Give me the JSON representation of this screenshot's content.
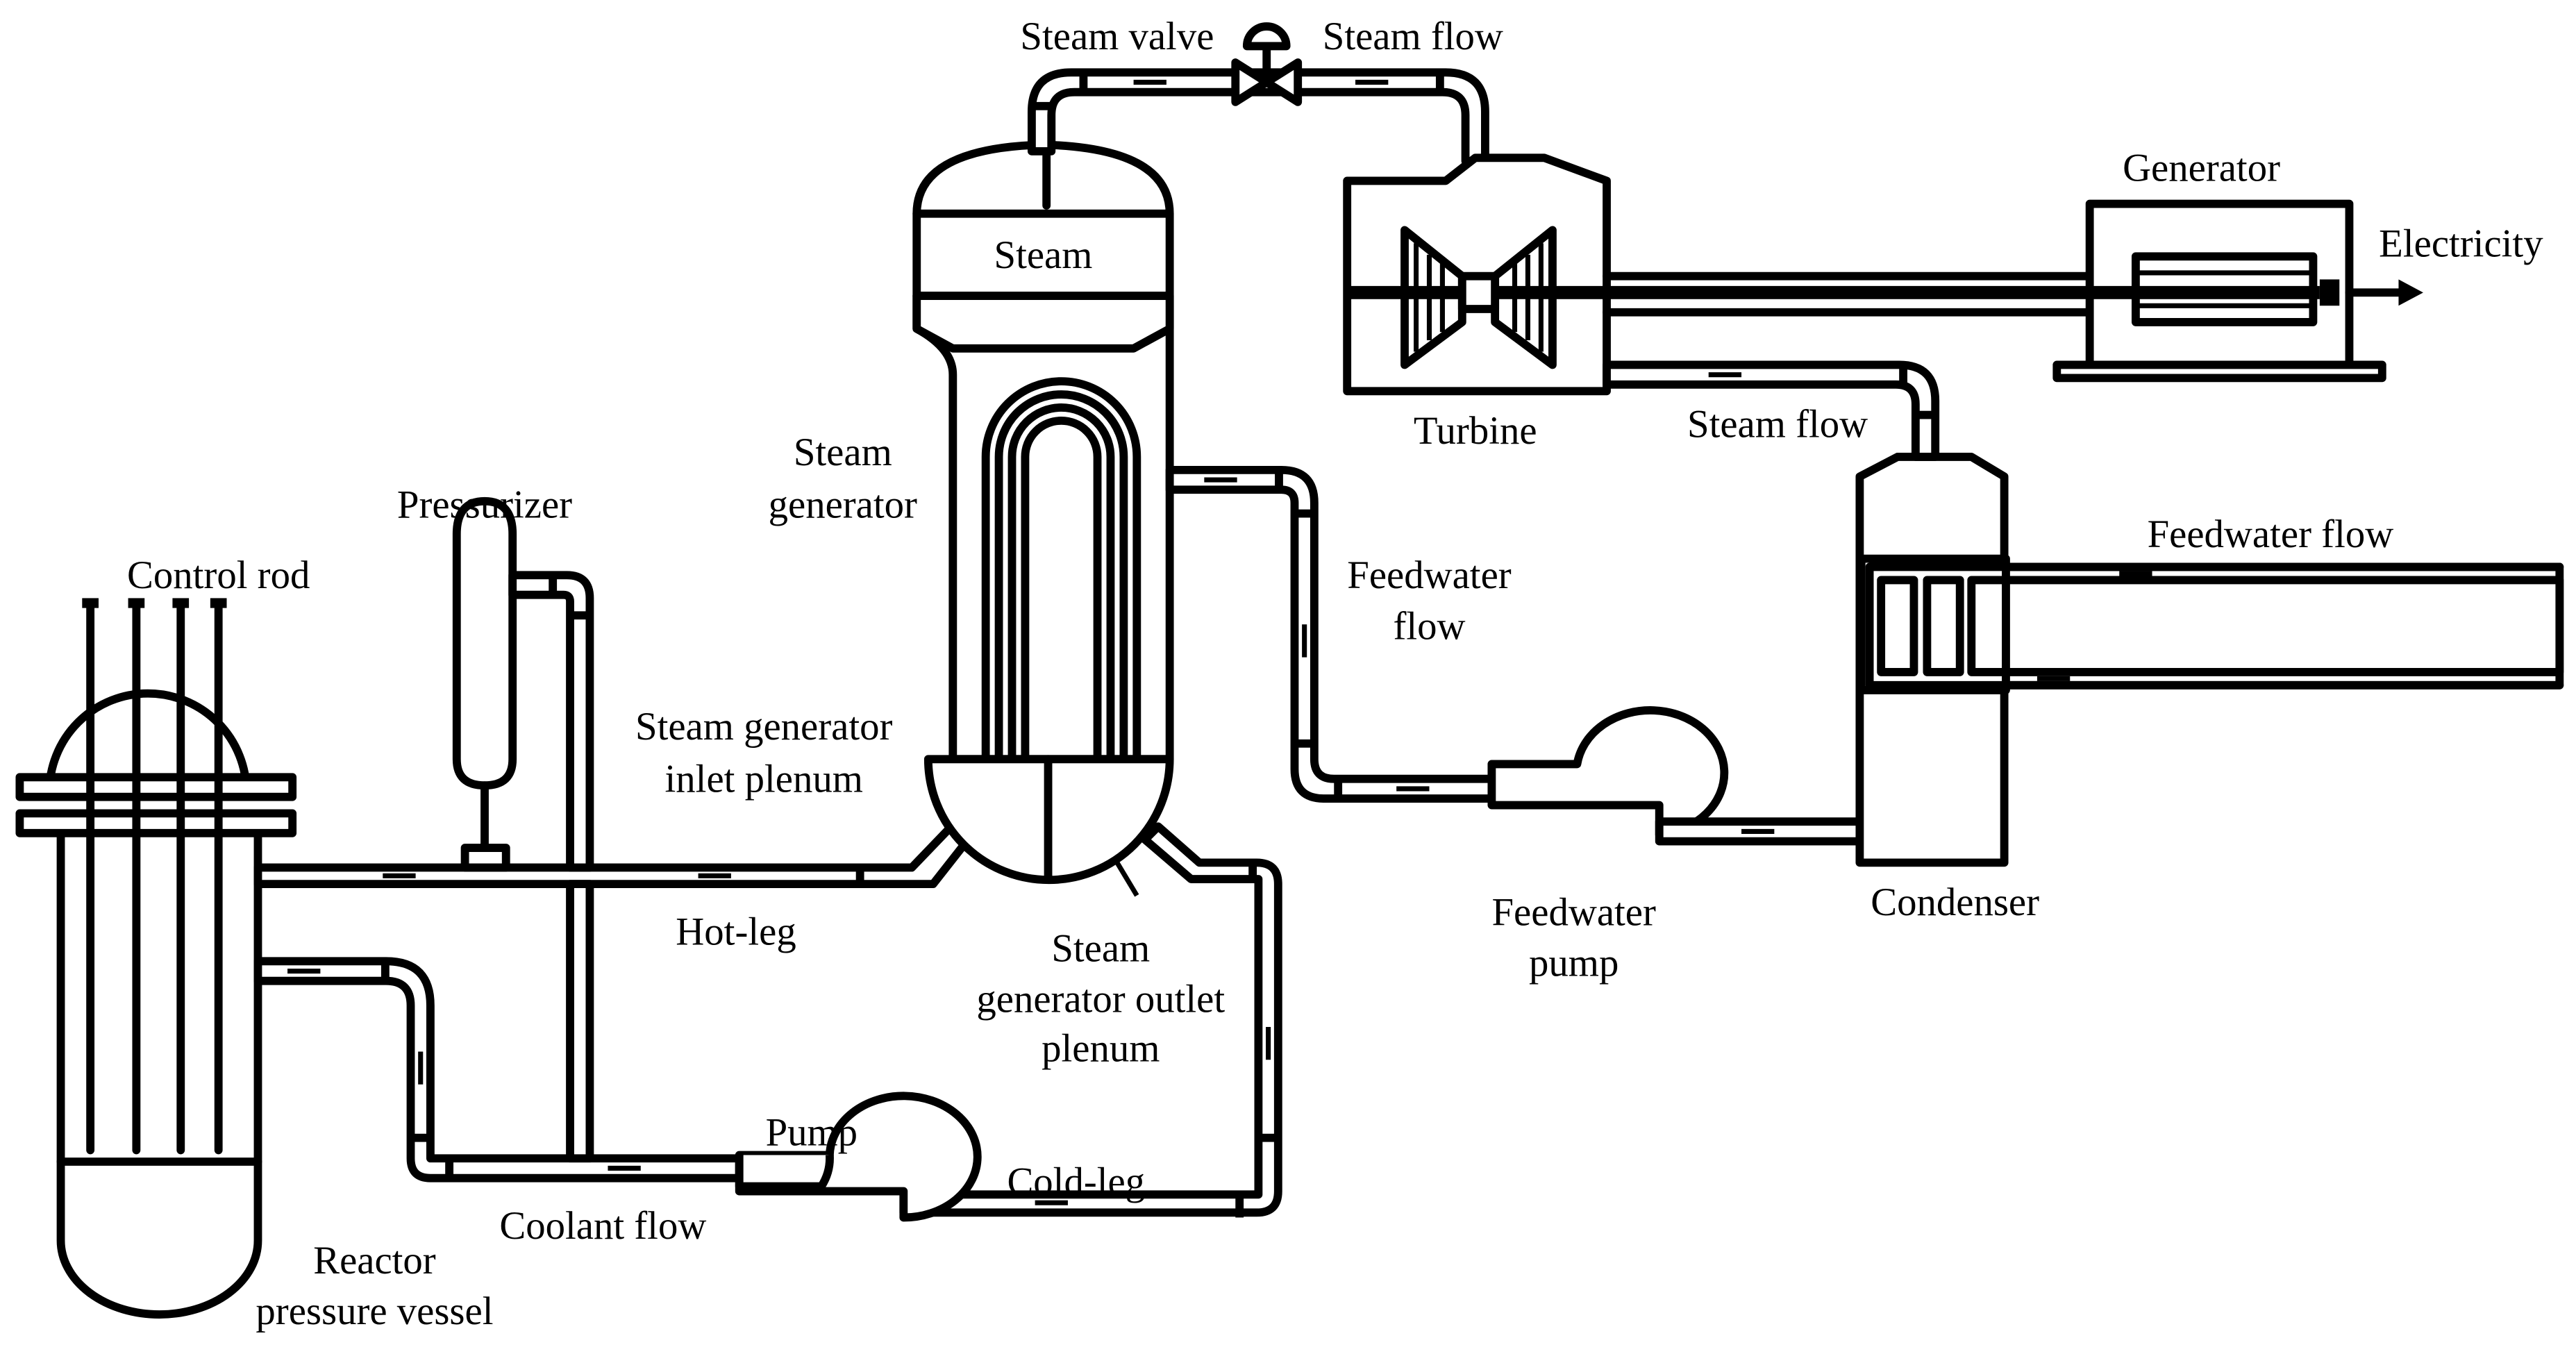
{
  "diagram": {
    "type": "pressurized-water-reactor-schematic",
    "colors": {
      "line": "#000000",
      "background": "#ffffff"
    },
    "labels": {
      "steam_valve": "Steam valve",
      "steam_flow_top": "Steam flow",
      "steam": "Steam",
      "generator": "Generator",
      "electricity": "Electricity",
      "turbine": "Turbine",
      "steam_flow_right": "Steam flow",
      "steam_generator_1": "Steam",
      "steam_generator_2": "generator",
      "pressurizer": "Pressurizer",
      "control_rod": "Control rod",
      "feedwater_flow_vertical_1": "Feedwater",
      "feedwater_flow_vertical_2": "flow",
      "feedwater_flow_right": "Feedwater flow",
      "sg_inlet_plenum_1": "Steam generator",
      "sg_inlet_plenum_2": "inlet plenum",
      "hot_leg": "Hot-leg",
      "sg_outlet_plenum_1": "Steam",
      "sg_outlet_plenum_2": "generator outlet",
      "sg_outlet_plenum_3": "plenum",
      "feedwater_pump_1": "Feedwater",
      "feedwater_pump_2": "pump",
      "condenser": "Condenser",
      "pump": "Pump",
      "cold_leg": "Cold-leg",
      "coolant_flow": "Coolant flow",
      "reactor_1": "Reactor",
      "reactor_2": "pressure vessel"
    }
  }
}
